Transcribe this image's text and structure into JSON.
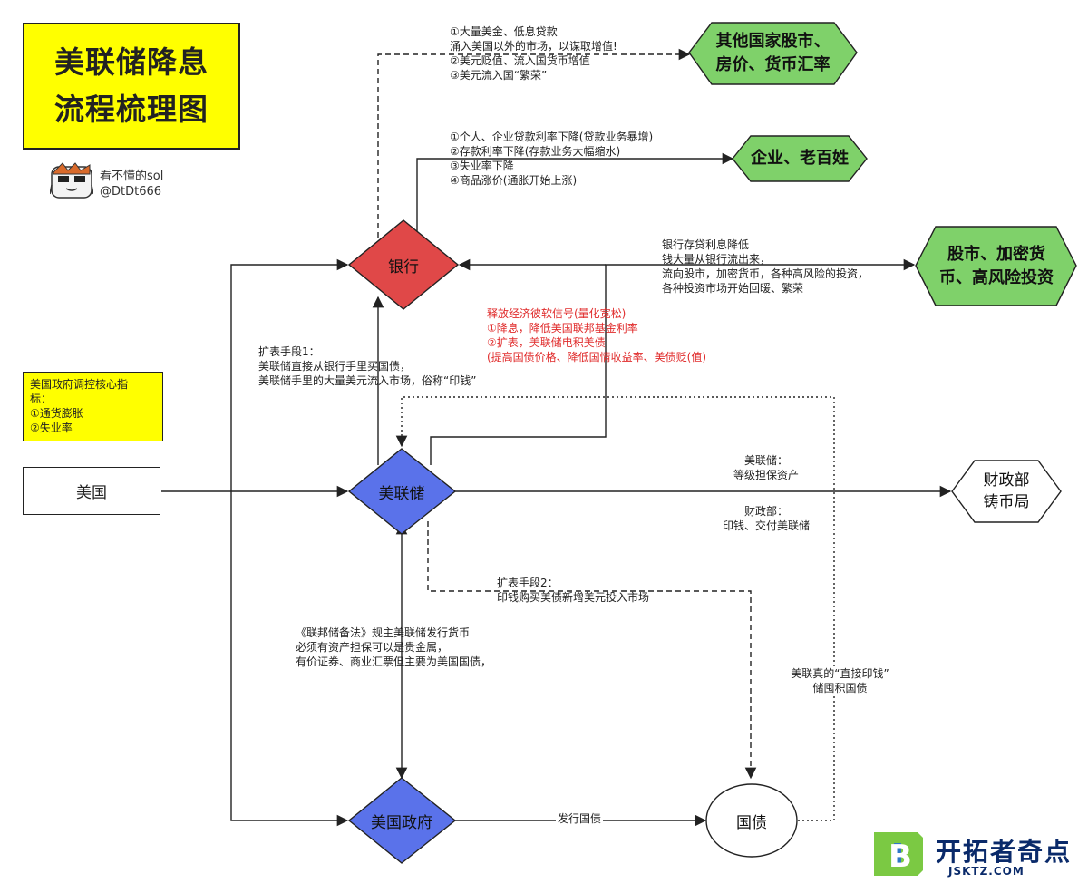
{
  "title": {
    "line1": "美联储降息",
    "line2": "流程梳理图"
  },
  "author": {
    "name": "看不懂的sol",
    "handle": "@DtDt666"
  },
  "core_box": {
    "line1": "美国政府调控核心指",
    "line2": "标：",
    "line3": "①通货膨胀",
    "line4": "②失业率"
  },
  "nodes": {
    "usa": "美国",
    "fed": "美联储",
    "bank": "银行",
    "gov": "美国政府",
    "bonds": "国债",
    "treasury_line1": "财政部",
    "treasury_line2": "铸币局",
    "other_countries_line1": "其他国家股市、",
    "other_countries_line2": "房价、货币汇率",
    "people": "企业、老百姓",
    "stocks_line1": "股市、加密货",
    "stocks_line2": "币、高风险投资"
  },
  "labels": {
    "other_countries": [
      "①大量美金、低息贷款",
      "涌入美国以外的市场，以谋取增值!",
      "②美元贬值、流入国货币增值",
      "③美元流入国“繁荣”"
    ],
    "people": [
      "①个人、企业贷款利率下降(贷款业务暴增)",
      "②存款利率下降(存款业务大幅缩水)",
      "③失业率下降",
      "④商品涨价(通胀开始上涨)"
    ],
    "stocks": [
      "银行存贷利息降低",
      "钱大量从银行流出来，",
      "流向股市，加密货币，各种高风险的投资，",
      "各种投资市场开始回暖、繁荣"
    ],
    "signal": [
      "释放经济彼软信号(量化宽松)",
      "①降息，降低美国联邦基金利率",
      "②扩表，美联储电积美债",
      "(提高国债价格、降低国情收益率、美债贬(值)"
    ],
    "expand1": [
      "扩表手段1：",
      "美联储直接从银行手里买国债，",
      "美联储手里的大量美元流入市场，俗称“印钱”"
    ],
    "fed_treasury": [
      "美联储：",
      "等级担保资产"
    ],
    "treasury_fed": [
      "财政部：",
      "印钱、交付美联储"
    ],
    "expand2": [
      "扩表手段2：",
      "印钱购买美债新增美元投入市场"
    ],
    "fed_act": [
      "《联邦储备法》规主美联储发行货币",
      "必须有资产担保可以是贵金属，",
      "有价证券、商业汇票但主要为美国国债，"
    ],
    "direct_print": [
      "美联真的“直接印钱”",
      "储囤积国债"
    ],
    "issue_bonds": "发行国债"
  },
  "colors": {
    "bank": "#e04848",
    "fed": "#5a72ea",
    "green": "#7fd16a",
    "yellow": "#ffff00"
  },
  "watermark": {
    "text": "开拓者奇点",
    "url": "JSKTZ.COM"
  }
}
